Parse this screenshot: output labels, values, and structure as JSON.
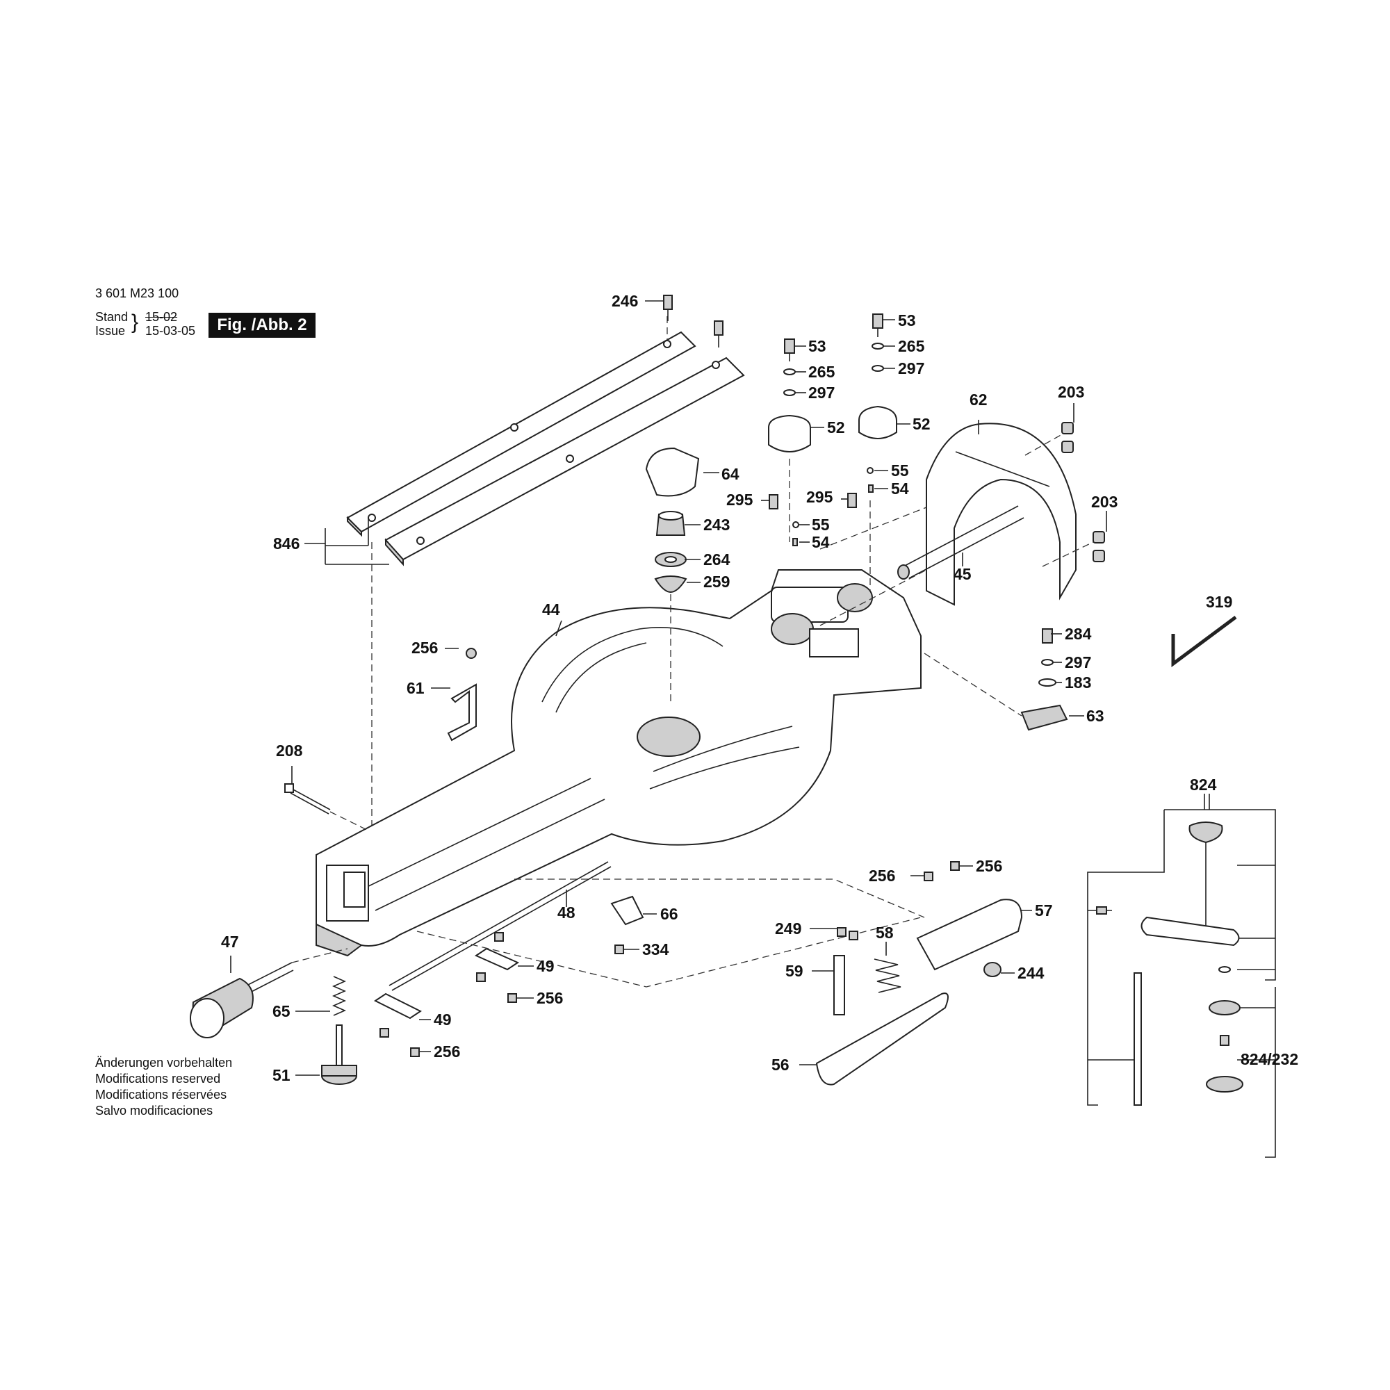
{
  "header": {
    "part_number": "3 601 M23 100",
    "stand_label": "Stand",
    "issue_label": "Issue",
    "stand_date": "15-02",
    "issue_date": "15-03-05",
    "figure_label": "Fig. /Abb. 2"
  },
  "notes": [
    "Änderungen vorbehalten",
    "Modifications reserved",
    "Modifications réservées",
    "Salvo modificaciones"
  ],
  "callouts": {
    "c246": "246",
    "c846": "846",
    "c64": "64",
    "c243": "243",
    "c264": "264",
    "c259": "259",
    "c53a": "53",
    "c265a": "265",
    "c297a": "297",
    "c52a": "52",
    "c53b": "53",
    "c265b": "265",
    "c297b": "297",
    "c52b": "52",
    "c55a": "55",
    "c54a": "54",
    "c295a": "295",
    "c295b": "295",
    "c55b": "55",
    "c54b": "54",
    "c62": "62",
    "c203a": "203",
    "c203b": "203",
    "c45": "45",
    "c319": "319",
    "c284": "284",
    "c297c": "297",
    "c183": "183",
    "c63": "63",
    "c44": "44",
    "c256a": "256",
    "c61": "61",
    "c208": "208",
    "c48": "48",
    "c66": "66",
    "c334": "334",
    "c47": "47",
    "c65": "65",
    "c51": "51",
    "c49a": "49",
    "c256b": "256",
    "c49b": "49",
    "c256c": "256",
    "c256d": "256",
    "c256e": "256",
    "c57": "57",
    "c249": "249",
    "c58": "58",
    "c59": "59",
    "c244": "244",
    "c56": "56",
    "c824": "824",
    "c824_232": "824/232"
  }
}
